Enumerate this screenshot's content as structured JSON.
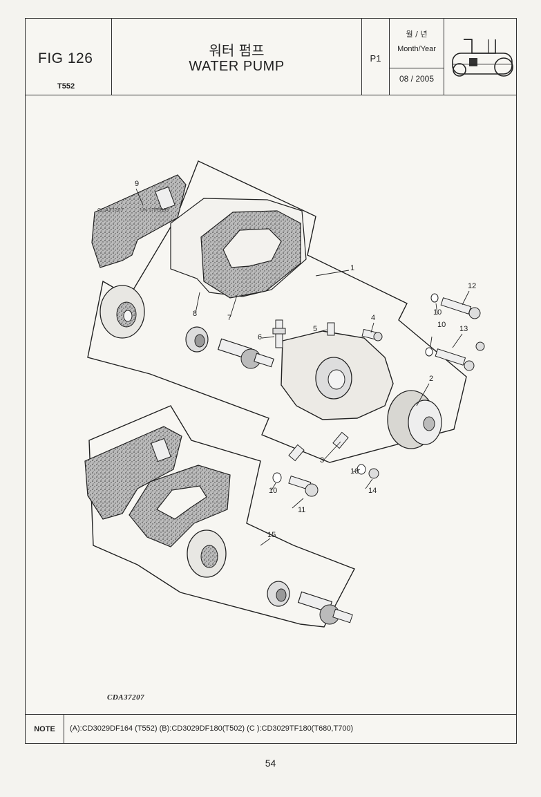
{
  "header": {
    "fig_no": "FIG 126",
    "model": "T552",
    "title_ko": "워터 펌프",
    "title_en": "WATER PUMP",
    "page": "P1",
    "date_label_ko": "월 / 년",
    "date_label_en": "Month/Year",
    "date_value": "08 / 2005",
    "logo_icon": "tractor-icon"
  },
  "drawing": {
    "ref_code": "CDA37207",
    "ref_stamp": "UN 17FEB95",
    "cda_mark": "CDA37207",
    "callouts": [
      "1",
      "2",
      "3",
      "4",
      "5",
      "6",
      "7",
      "8",
      "9",
      "10",
      "10",
      "10",
      "10",
      "11",
      "12",
      "13",
      "14",
      "15"
    ]
  },
  "note": {
    "label": "NOTE",
    "text": "(A):CD3029DF164 (T552) (B):CD3029DF180(T502) (C ):CD3029TF180(T680,T700)"
  },
  "footer": {
    "page_number": "54"
  }
}
